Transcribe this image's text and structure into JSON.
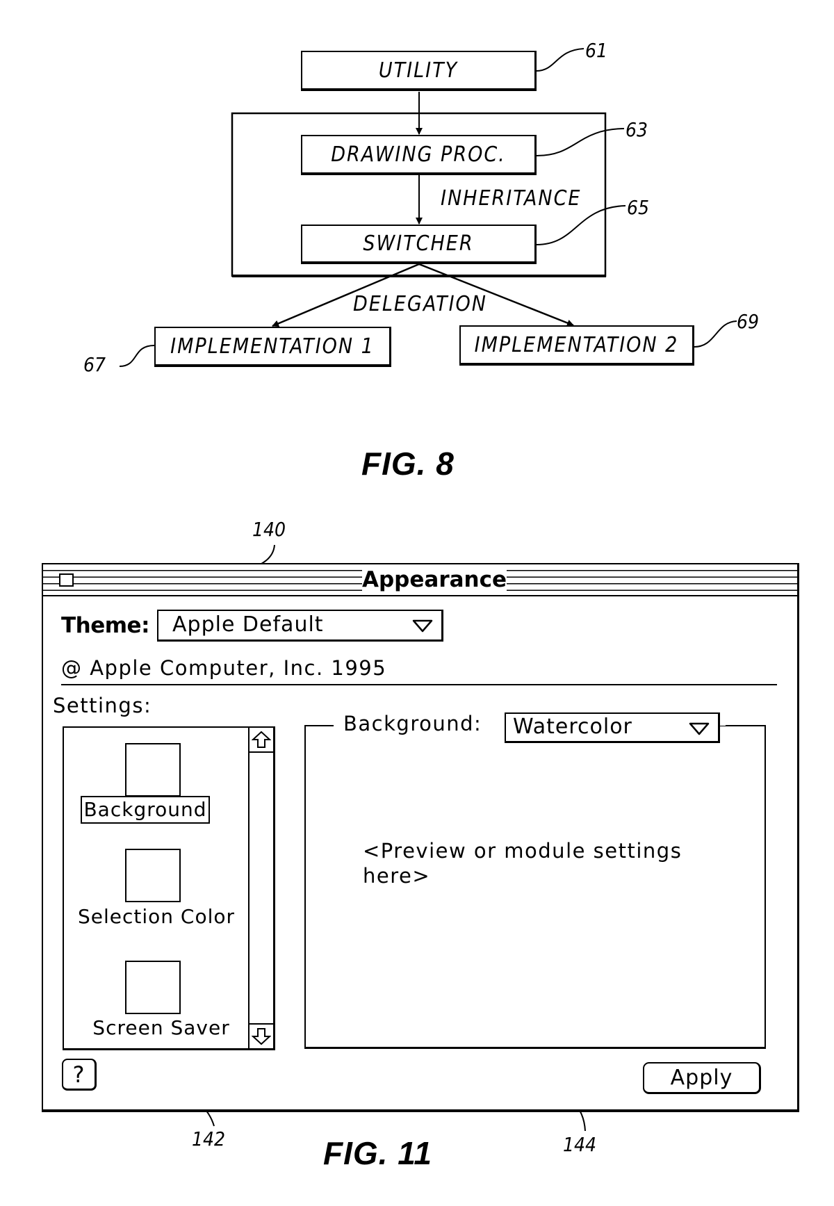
{
  "fig8": {
    "caption": "FIG. 8",
    "nodes": {
      "utility": {
        "label": "UTILITY",
        "ref": "61"
      },
      "drawing_proc": {
        "label": "DRAWING PROC.",
        "ref": "63"
      },
      "switcher": {
        "label": "SWITCHER",
        "ref": "65"
      },
      "implementation_1": {
        "label": "IMPLEMENTATION 1",
        "ref": "67"
      },
      "implementation_2": {
        "label": "IMPLEMENTATION 2",
        "ref": "69"
      }
    },
    "edge_labels": {
      "inheritance": "INHERITANCE",
      "delegation": "DELEGATION"
    },
    "edges": [
      {
        "from": "utility",
        "to": "drawing_proc"
      },
      {
        "from": "drawing_proc",
        "to": "switcher",
        "label": "INHERITANCE"
      },
      {
        "from": "switcher",
        "to": "implementation_1",
        "label": "DELEGATION"
      },
      {
        "from": "switcher",
        "to": "implementation_2",
        "label": "DELEGATION"
      }
    ]
  },
  "fig11": {
    "caption": "FIG. 11",
    "refs": {
      "theme_popup": "140",
      "settings_list": "142",
      "module_panel": "144"
    },
    "window": {
      "title": "Appearance",
      "theme_label": "Theme:",
      "theme_value": "Apple Default",
      "copyright": "@ Apple Computer, Inc. 1995",
      "settings_label": "Settings:",
      "settings_items": [
        {
          "label": "Background",
          "selected": true
        },
        {
          "label": "Selection Color",
          "selected": false
        },
        {
          "label": "Screen Saver",
          "selected": false
        }
      ],
      "panel": {
        "background_label": "Background:",
        "background_value": "Watercolor",
        "placeholder_line1": "<Preview or module settings",
        "placeholder_line2": "here>"
      },
      "help_button": "?",
      "apply_button": "Apply"
    }
  }
}
